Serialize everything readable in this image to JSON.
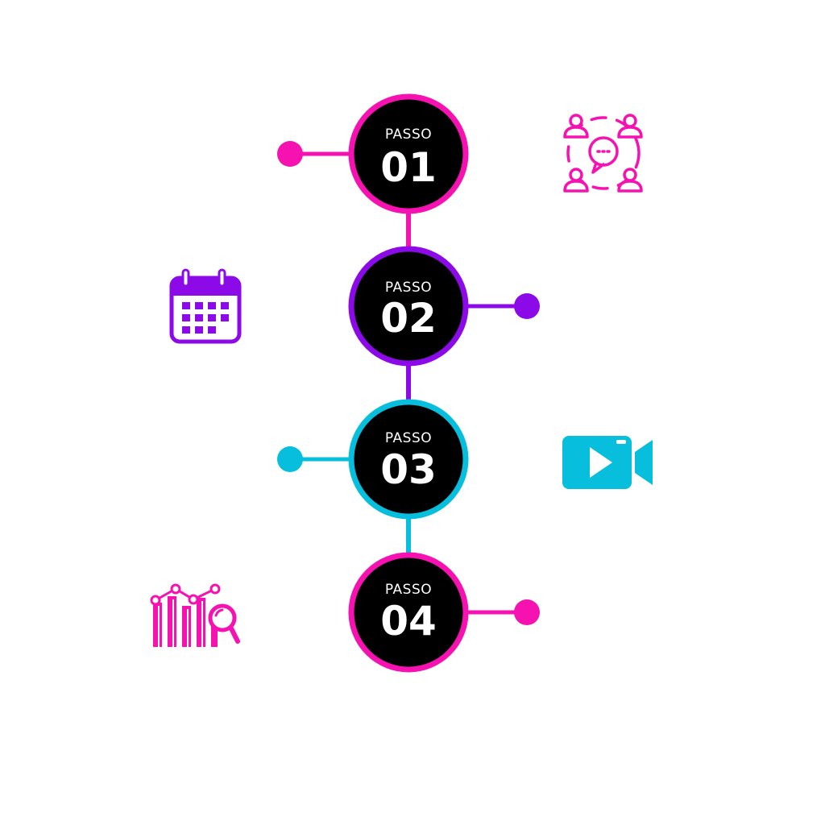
{
  "colors": {
    "pink": "#f512b0",
    "purple": "#8d0ae8",
    "cyan": "#07bfdc",
    "circle_fill": "#000000",
    "text": "#ffffff",
    "background": "#ffffff"
  },
  "steps": [
    {
      "label": "PASSO",
      "number": "01",
      "color": "#f512b0",
      "icon": "group-chat-icon"
    },
    {
      "label": "PASSO",
      "number": "02",
      "color": "#8d0ae8",
      "icon": "calendar-icon"
    },
    {
      "label": "PASSO",
      "number": "03",
      "color": "#07bfdc",
      "icon": "video-camera-icon"
    },
    {
      "label": "PASSO",
      "number": "04",
      "color": "#f512b0",
      "icon": "chart-search-icon"
    }
  ]
}
